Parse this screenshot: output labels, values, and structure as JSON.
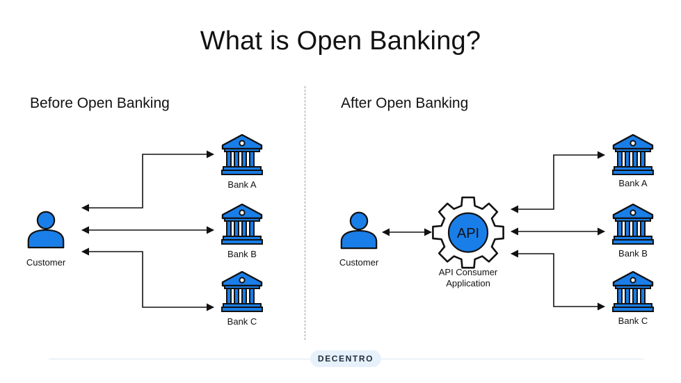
{
  "title": "What is Open Banking?",
  "before": {
    "heading": "Before Open Banking",
    "customer": "Customer",
    "banks": [
      "Bank A",
      "Bank B",
      "Bank C"
    ]
  },
  "after": {
    "heading": "After Open Banking",
    "customer": "Customer",
    "gear_text": "API",
    "app_label_line1": "API Consumer",
    "app_label_line2": "Application",
    "banks": [
      "Bank A",
      "Bank B",
      "Bank C"
    ]
  },
  "footer": {
    "brand": "DECENTRO"
  },
  "colors": {
    "accent": "#1a7ee8",
    "stroke": "#111111"
  }
}
